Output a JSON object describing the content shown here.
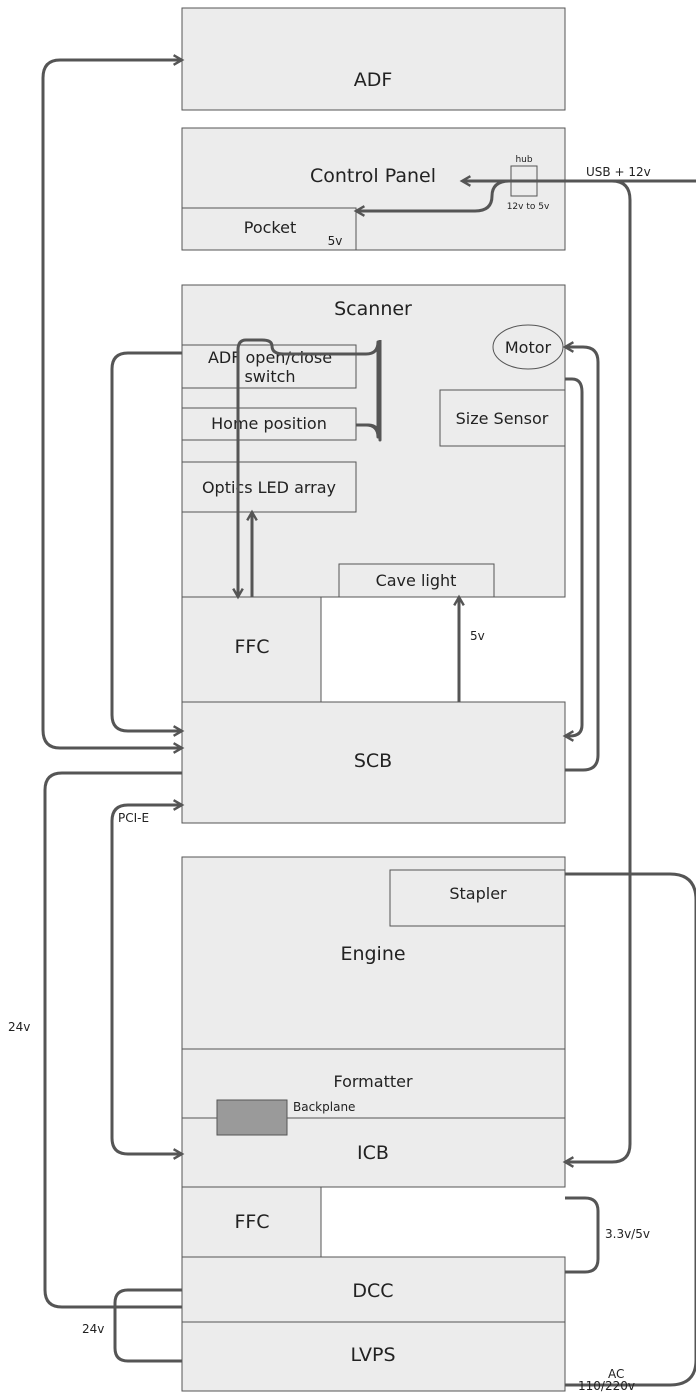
{
  "blocks": {
    "adf": "ADF",
    "control_panel": "Control Panel",
    "pocket": "Pocket",
    "pocket_voltage": "5v",
    "hub": "hub",
    "hub_converter": "12v to 5v",
    "scanner": "Scanner",
    "adf_switch_line1": "ADF open/close",
    "adf_switch_line2": "switch",
    "motor": "Motor",
    "size_sensor": "Size Sensor",
    "home_position": "Home position",
    "optics_led": "Optics LED array",
    "cave_light": "Cave light",
    "ffc_top": "FFC",
    "scb": "SCB",
    "stapler": "Stapler",
    "engine": "Engine",
    "formatter": "Formatter",
    "backplane": "Backplane",
    "icb": "ICB",
    "ffc_bottom": "FFC",
    "dcc": "DCC",
    "lvps": "LVPS"
  },
  "connections": {
    "usb": "USB + 12v",
    "cave_5v": "5v",
    "pcie": "PCI-E",
    "v24_left": "24v",
    "v24_lvps": "24v",
    "v33_5": "3.3v/5v",
    "ac": "AC",
    "mains": "110/220v"
  },
  "colors": {
    "box_fill": "#ececec",
    "box_stroke": "#555555",
    "wire": "#555555",
    "backplane_fill": "#9a9a9a"
  }
}
